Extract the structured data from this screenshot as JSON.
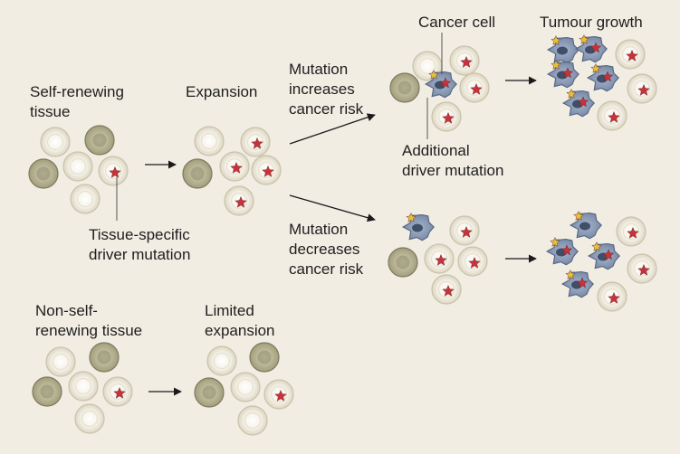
{
  "labels": {
    "self_renewing": [
      "Self-renewing",
      "tissue"
    ],
    "expansion": [
      "Expansion"
    ],
    "tissue_specific_driver": [
      "Tissue-specific",
      "driver mutation"
    ],
    "mutation_increases": [
      "Mutation",
      "increases",
      "cancer risk"
    ],
    "mutation_decreases": [
      "Mutation",
      "decreases",
      "cancer risk"
    ],
    "cancer_cell": [
      "Cancer cell"
    ],
    "tumour_growth": [
      "Tumour growth"
    ],
    "additional_driver": [
      "Additional",
      "driver mutation"
    ],
    "non_self_renewing": [
      "Non-self-",
      "renewing tissue"
    ],
    "limited_expansion": [
      "Limited",
      "expansion"
    ]
  },
  "colors": {
    "background": "#f2ede3",
    "normal_cell": "#f4f0e4",
    "differentiated_cell": "#b9b596",
    "driver_star": "#c8323a",
    "additional_star": "#e8be3a",
    "cancer_cell": "#8496b4",
    "arrow": "#1a1a1a"
  },
  "icons": {
    "driver": "red-star-icon",
    "additional": "yellow-star-icon"
  }
}
